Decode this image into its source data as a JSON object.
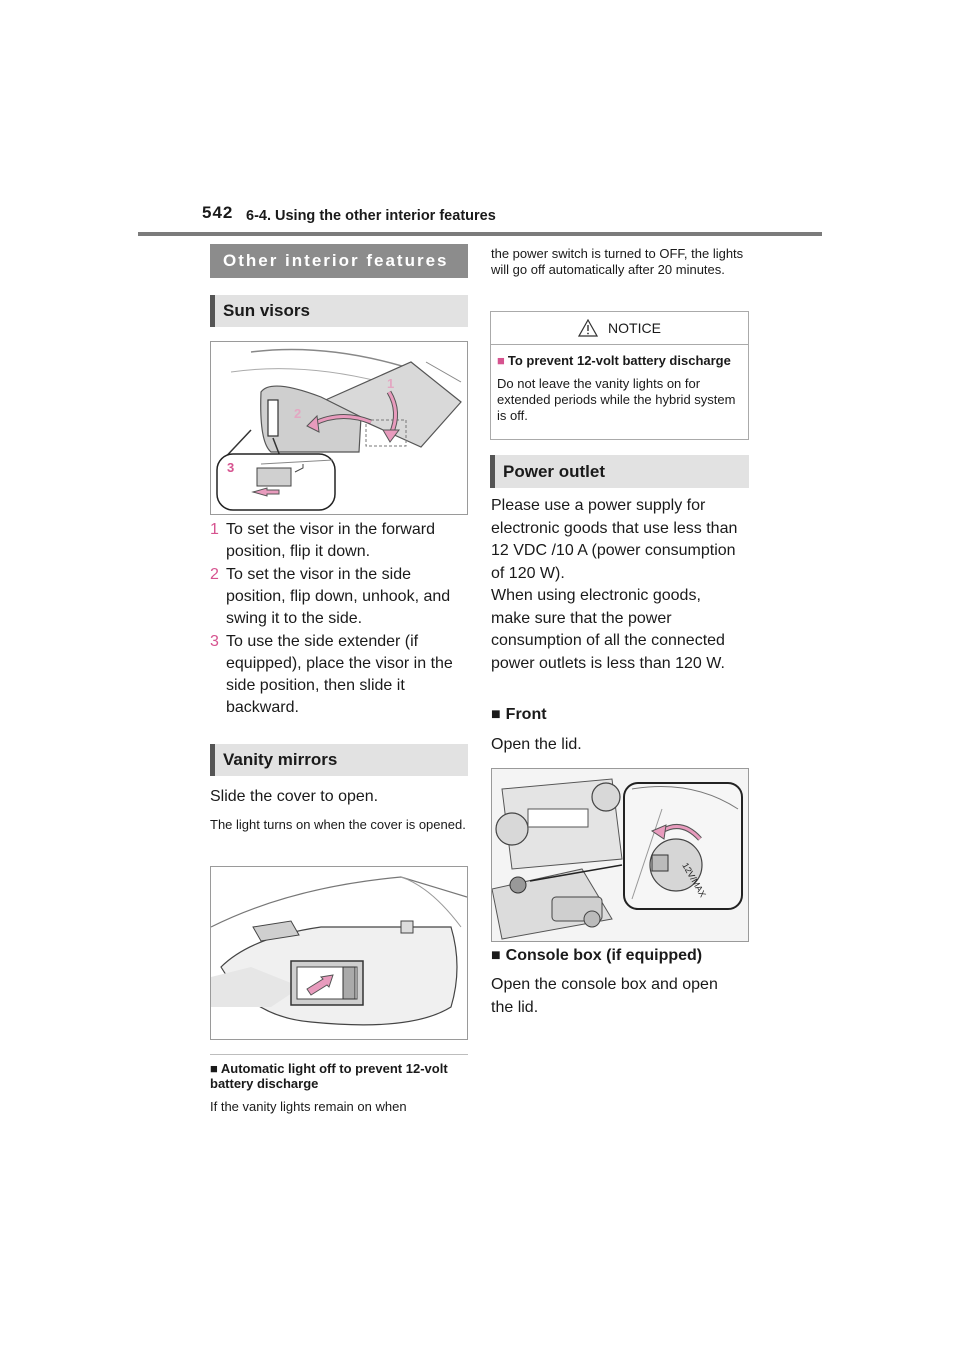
{
  "header": {
    "page_number": "542",
    "section": "6-4. Using the other interior features"
  },
  "banner": "Other interior features",
  "sun_visors": {
    "heading": "Sun visors",
    "figure_labels": [
      "1",
      "2",
      "3"
    ],
    "steps": [
      {
        "num": "1",
        "text": "To set the visor in the forward position, flip it down."
      },
      {
        "num": "2",
        "text": "To set the visor in the side position, flip down, unhook, and swing it to the side."
      },
      {
        "num": "3",
        "text": "To use the side extender (if equipped), place the visor in the side position, then slide it backward."
      }
    ]
  },
  "vanity_mirrors": {
    "heading": "Vanity mirrors",
    "text": "Slide the cover to open.",
    "note": "The light turns on when the cover is opened."
  },
  "auto_light_off": {
    "bullet": "■",
    "heading": "Automatic light off to prevent 12-volt battery discharge",
    "text_left": "If the vanity lights remain on when",
    "text_right": "the power switch is turned to OFF, the lights will go off automatically after 20 minutes."
  },
  "notice": {
    "title": "NOTICE",
    "bullet": "■",
    "heading": "To prevent 12-volt battery discharge",
    "text": "Do not leave the vanity lights on for extended periods while the hybrid system is off."
  },
  "power_outlet": {
    "heading": "Power outlet",
    "para1": "Please use a power supply for electronic goods that use less than 12 VDC /10 A (power consumption of 120 W).",
    "para2": "When using electronic goods, make sure that the power consumption of all the connected power outlets is less than 120 W.",
    "front": {
      "bullet": "■",
      "heading": "Front",
      "text": "Open the lid."
    },
    "console": {
      "bullet": "■",
      "heading": "Console box (if equipped)",
      "text": "Open the console box and open the lid."
    },
    "outlet_label": "12V/MAX"
  },
  "colors": {
    "accent": "#d6538f",
    "banner": "#8c8c8c",
    "subhead_bg": "#e2e2e2"
  }
}
